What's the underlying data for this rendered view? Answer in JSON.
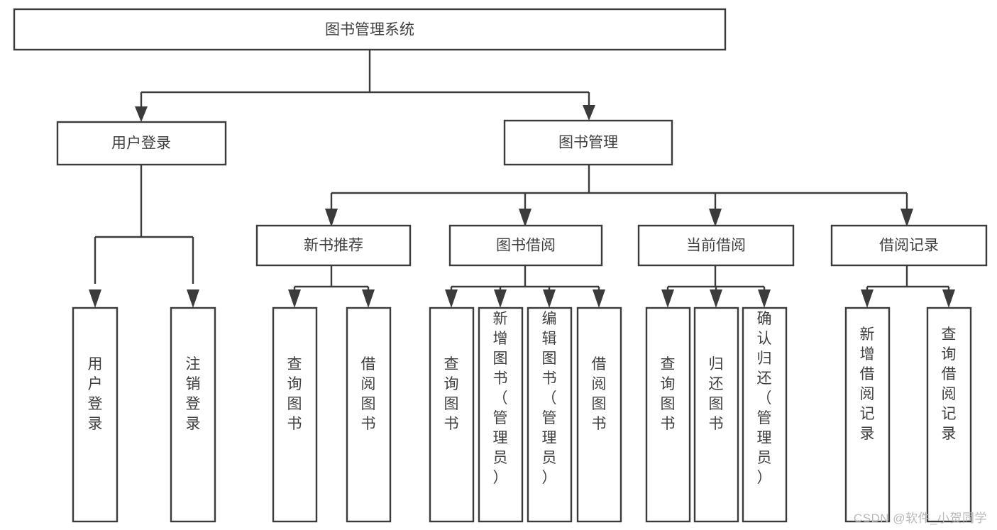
{
  "diagram": {
    "title": "图书管理系统",
    "type": "tree-hierarchy",
    "watermark": "CSDN @软件_小贺同学",
    "colors": {
      "box_fill": "#ffffff",
      "box_stroke": "#3b3b3b",
      "text": "#40403f",
      "watermark": "#b9b9b9",
      "background": "#ffffff"
    },
    "root": {
      "label": "图书管理系统"
    },
    "level1": [
      {
        "id": "user-login",
        "label": "用户登录"
      },
      {
        "id": "book-manage",
        "label": "图书管理"
      }
    ],
    "level2": [
      {
        "id": "new-book-recommend",
        "label": "新书推荐",
        "parent": "book-manage"
      },
      {
        "id": "book-borrow",
        "label": "图书借阅",
        "parent": "book-manage"
      },
      {
        "id": "current-borrow",
        "label": "当前借阅",
        "parent": "book-manage"
      },
      {
        "id": "borrow-record",
        "label": "借阅记录",
        "parent": "book-manage"
      }
    ],
    "leaves": [
      {
        "id": "leaf-user-login",
        "label": "用户登录",
        "parent": "user-login"
      },
      {
        "id": "leaf-logout-login",
        "label": "注销登录",
        "parent": "user-login"
      },
      {
        "id": "leaf-query-book-1",
        "label": "查询图书",
        "parent": "new-book-recommend"
      },
      {
        "id": "leaf-borrow-book-1",
        "label": "借阅图书",
        "parent": "new-book-recommend"
      },
      {
        "id": "leaf-query-book-2",
        "label": "查询图书",
        "parent": "book-borrow"
      },
      {
        "id": "leaf-add-book",
        "label": "新增图书（管理员）",
        "parent": "book-borrow"
      },
      {
        "id": "leaf-edit-book",
        "label": "编辑图书（管理员）",
        "parent": "book-borrow"
      },
      {
        "id": "leaf-borrow-book-2",
        "label": "借阅图书",
        "parent": "book-borrow"
      },
      {
        "id": "leaf-query-book-3",
        "label": "查询图书",
        "parent": "current-borrow"
      },
      {
        "id": "leaf-return-book",
        "label": "归还图书",
        "parent": "current-borrow"
      },
      {
        "id": "leaf-confirm-return",
        "label": "确认归还（管理员）",
        "parent": "current-borrow"
      },
      {
        "id": "leaf-add-record",
        "label": "新增借阅记录",
        "parent": "borrow-record"
      },
      {
        "id": "leaf-query-record",
        "label": "查询借阅记录",
        "parent": "borrow-record"
      }
    ]
  },
  "chart_data": {
    "type": "tree",
    "title": "图书管理系统",
    "nodes": [
      {
        "level": 0,
        "label": "图书管理系统",
        "children": [
          "用户登录",
          "图书管理"
        ]
      },
      {
        "level": 1,
        "label": "用户登录",
        "children": [
          "用户登录",
          "注销登录"
        ]
      },
      {
        "level": 1,
        "label": "图书管理",
        "children": [
          "新书推荐",
          "图书借阅",
          "当前借阅",
          "借阅记录"
        ]
      },
      {
        "level": 2,
        "label": "新书推荐",
        "children": [
          "查询图书",
          "借阅图书"
        ]
      },
      {
        "level": 2,
        "label": "图书借阅",
        "children": [
          "查询图书",
          "新增图书（管理员）",
          "编辑图书（管理员）",
          "借阅图书"
        ]
      },
      {
        "level": 2,
        "label": "当前借阅",
        "children": [
          "查询图书",
          "归还图书",
          "确认归还（管理员）"
        ]
      },
      {
        "level": 2,
        "label": "借阅记录",
        "children": [
          "新增借阅记录",
          "查询借阅记录"
        ]
      }
    ]
  }
}
